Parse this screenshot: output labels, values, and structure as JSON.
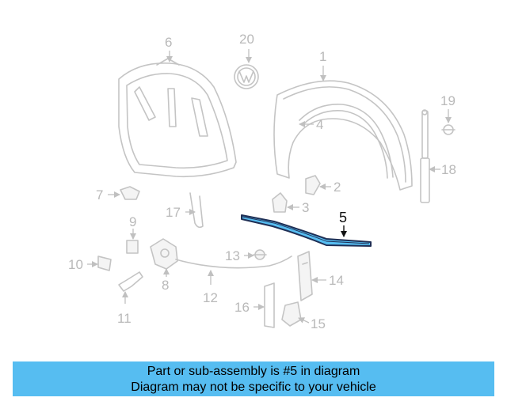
{
  "labels": {
    "p1": "1",
    "p2": "2",
    "p3": "3",
    "p4": "4",
    "p5": "5",
    "p6": "6",
    "p7": "7",
    "p8": "8",
    "p9": "9",
    "p10": "10",
    "p11": "11",
    "p12": "12",
    "p13": "13",
    "p14": "14",
    "p15": "15",
    "p16": "16",
    "p17": "17",
    "p18": "18",
    "p19": "19",
    "p20": "20"
  },
  "highlight_color": "#56bdf1",
  "banner": {
    "line1": "Part or sub-assembly is #5 in diagram",
    "line2": "Diagram may not be specific to your vehicle"
  }
}
